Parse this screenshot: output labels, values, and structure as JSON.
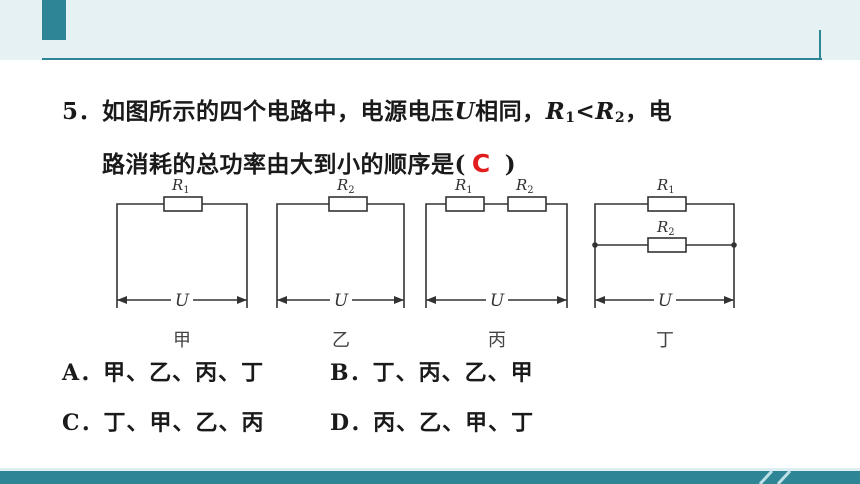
{
  "question": {
    "number": "5．",
    "line1_a": "如图所示的四个电路中，电源电压",
    "var_u": "U",
    "line1_b": "相同，",
    "r1_letter": "R",
    "r1_sub": "1",
    "lt": "<",
    "r2_letter": "R",
    "r2_sub": "2",
    "line1_c": "，电",
    "line2": "路消耗的总功率由大到小的顺序是(",
    "answer": "C",
    "close_paren": ")"
  },
  "figure": {
    "circuits": [
      {
        "caption": "甲",
        "resistors": [
          "R1"
        ],
        "voltage_label": "U"
      },
      {
        "caption": "乙",
        "resistors": [
          "R2"
        ],
        "voltage_label": "U"
      },
      {
        "caption": "丙",
        "resistors": [
          "R1",
          "R2"
        ],
        "voltage_label": "U"
      },
      {
        "caption": "丁",
        "resistors": [
          "R1",
          "R2"
        ],
        "voltage_label": "U"
      }
    ],
    "resistor_letter": "R",
    "r1_sub": "1",
    "r2_sub": "2"
  },
  "options": {
    "a": "A．甲、乙、丙、丁",
    "b": "B．丁、丙、乙、甲",
    "c": "C．丁、甲、乙、丙",
    "d": "D．丙、乙、甲、丁"
  },
  "colors": {
    "accent": "#2d8596",
    "band": "#e6f1f4",
    "answer": "#e21d1d"
  }
}
